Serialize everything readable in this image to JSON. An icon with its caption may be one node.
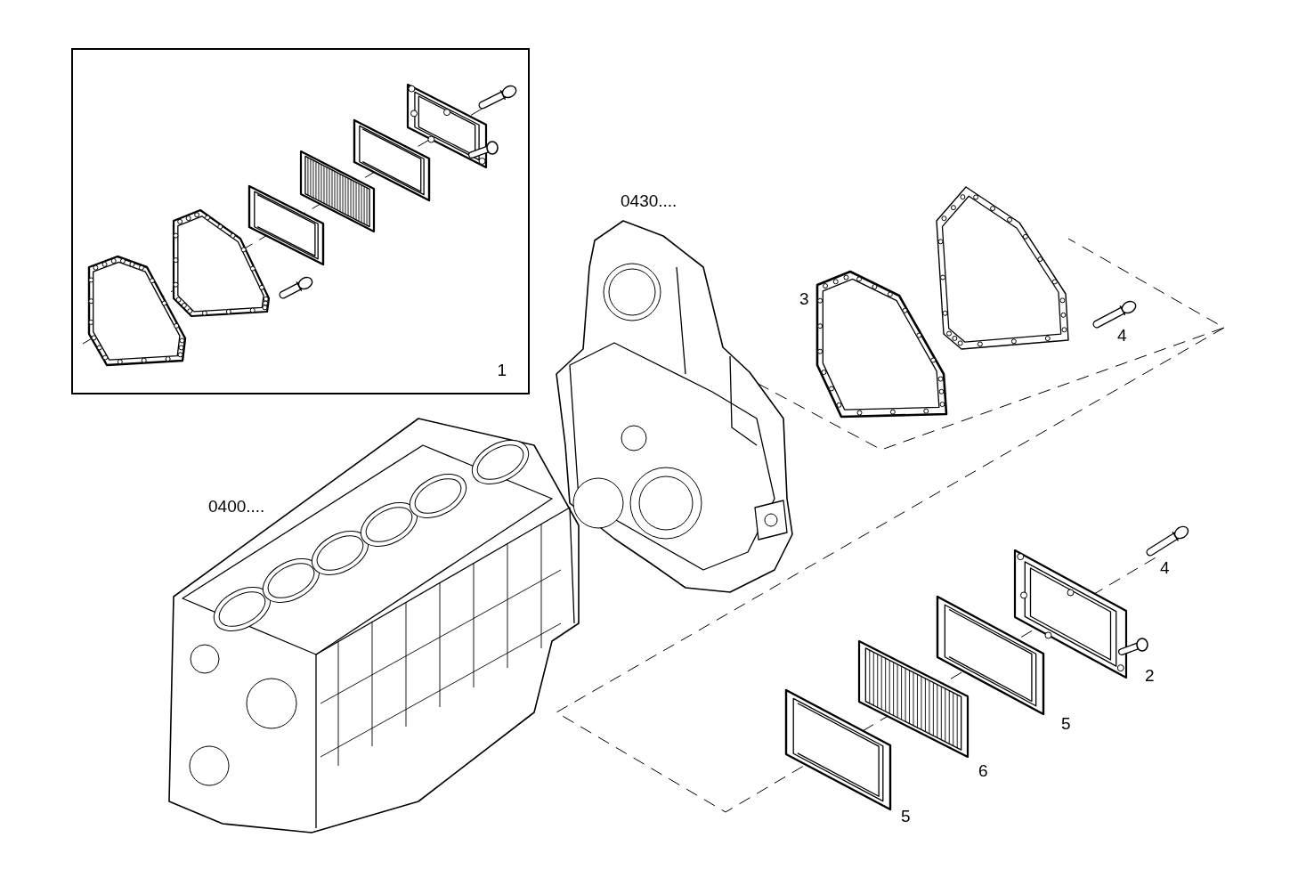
{
  "diagram": {
    "nodes": [
      {
        "text": [
          "1"
        ]
      }
    ],
    "labels": [
      "0430....",
      "3",
      "4",
      "0400....",
      "4",
      "2",
      "5",
      "6",
      "5"
    ]
  }
}
